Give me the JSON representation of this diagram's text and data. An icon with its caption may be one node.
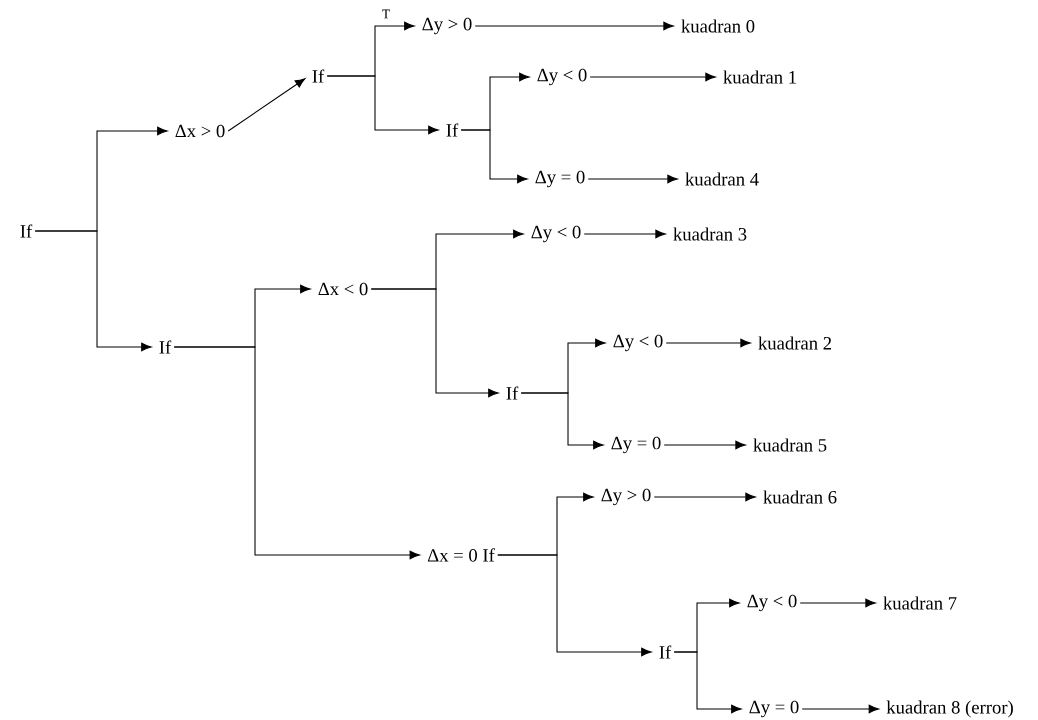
{
  "diagram": {
    "nodes": [
      {
        "text": [
          "If"
        ]
      },
      {
        "text": [
          "Δx > 0"
        ]
      },
      {
        "text": [
          "If"
        ]
      },
      {
        "text": [
          "Δy > 0"
        ]
      },
      {
        "text": [
          "kuadran 0"
        ]
      },
      {
        "text": [
          "If"
        ]
      },
      {
        "text": [
          "Δy < 0"
        ]
      },
      {
        "text": [
          "kuadran 1"
        ]
      },
      {
        "text": [
          "Δy = 0"
        ]
      },
      {
        "text": [
          "kuadran 4"
        ]
      },
      {
        "text": [
          "If"
        ]
      },
      {
        "text": [
          "Δx < 0"
        ]
      },
      {
        "text": [
          "Δy < 0"
        ]
      },
      {
        "text": [
          "kuadran 3"
        ]
      },
      {
        "text": [
          "If"
        ]
      },
      {
        "text": [
          "Δy < 0"
        ]
      },
      {
        "text": [
          "kuadran 2"
        ]
      },
      {
        "text": [
          "Δy = 0"
        ]
      },
      {
        "text": [
          "kuadran 5"
        ]
      },
      {
        "text": [
          "Δx = 0 If"
        ]
      },
      {
        "text": [
          "Δy > 0"
        ]
      },
      {
        "text": [
          "kuadran 6"
        ]
      },
      {
        "text": [
          "If"
        ]
      },
      {
        "text": [
          "Δy < 0"
        ]
      },
      {
        "text": [
          "kuadran 7"
        ]
      },
      {
        "text": [
          "Δy = 0"
        ]
      },
      {
        "text": [
          "kuadran 8 (error)"
        ]
      }
    ],
    "edges": [
      {
        "from": 0,
        "to": 1,
        "arrow": "to"
      },
      {
        "from": 0,
        "to": 10,
        "arrow": "to"
      },
      {
        "from": 1,
        "to": 2,
        "arrow": "to"
      },
      {
        "from": 2,
        "to": 3,
        "arrow": "to",
        "label": "T"
      },
      {
        "from": 2,
        "to": 5,
        "arrow": "to"
      },
      {
        "from": 3,
        "to": 4,
        "arrow": "to"
      },
      {
        "from": 5,
        "to": 6,
        "arrow": "to"
      },
      {
        "from": 5,
        "to": 8,
        "arrow": "to"
      },
      {
        "from": 6,
        "to": 7,
        "arrow": "to"
      },
      {
        "from": 8,
        "to": 9,
        "arrow": "to"
      },
      {
        "from": 10,
        "to": 11,
        "arrow": "to"
      },
      {
        "from": 10,
        "to": 19,
        "arrow": "to"
      },
      {
        "from": 11,
        "to": 12,
        "arrow": "to"
      },
      {
        "from": 11,
        "to": 14,
        "arrow": "to"
      },
      {
        "from": 12,
        "to": 13,
        "arrow": "to"
      },
      {
        "from": 14,
        "to": 15,
        "arrow": "to"
      },
      {
        "from": 14,
        "to": 17,
        "arrow": "to"
      },
      {
        "from": 15,
        "to": 16,
        "arrow": "to"
      },
      {
        "from": 17,
        "to": 18,
        "arrow": "to"
      },
      {
        "from": 19,
        "to": 20,
        "arrow": "to"
      },
      {
        "from": 19,
        "to": 22,
        "arrow": "to"
      },
      {
        "from": 20,
        "to": 21,
        "arrow": "to"
      },
      {
        "from": 22,
        "to": 23,
        "arrow": "to"
      },
      {
        "from": 22,
        "to": 25,
        "arrow": "to"
      },
      {
        "from": 23,
        "to": 24,
        "arrow": "to"
      },
      {
        "from": 25,
        "to": 26,
        "arrow": "to"
      }
    ]
  }
}
